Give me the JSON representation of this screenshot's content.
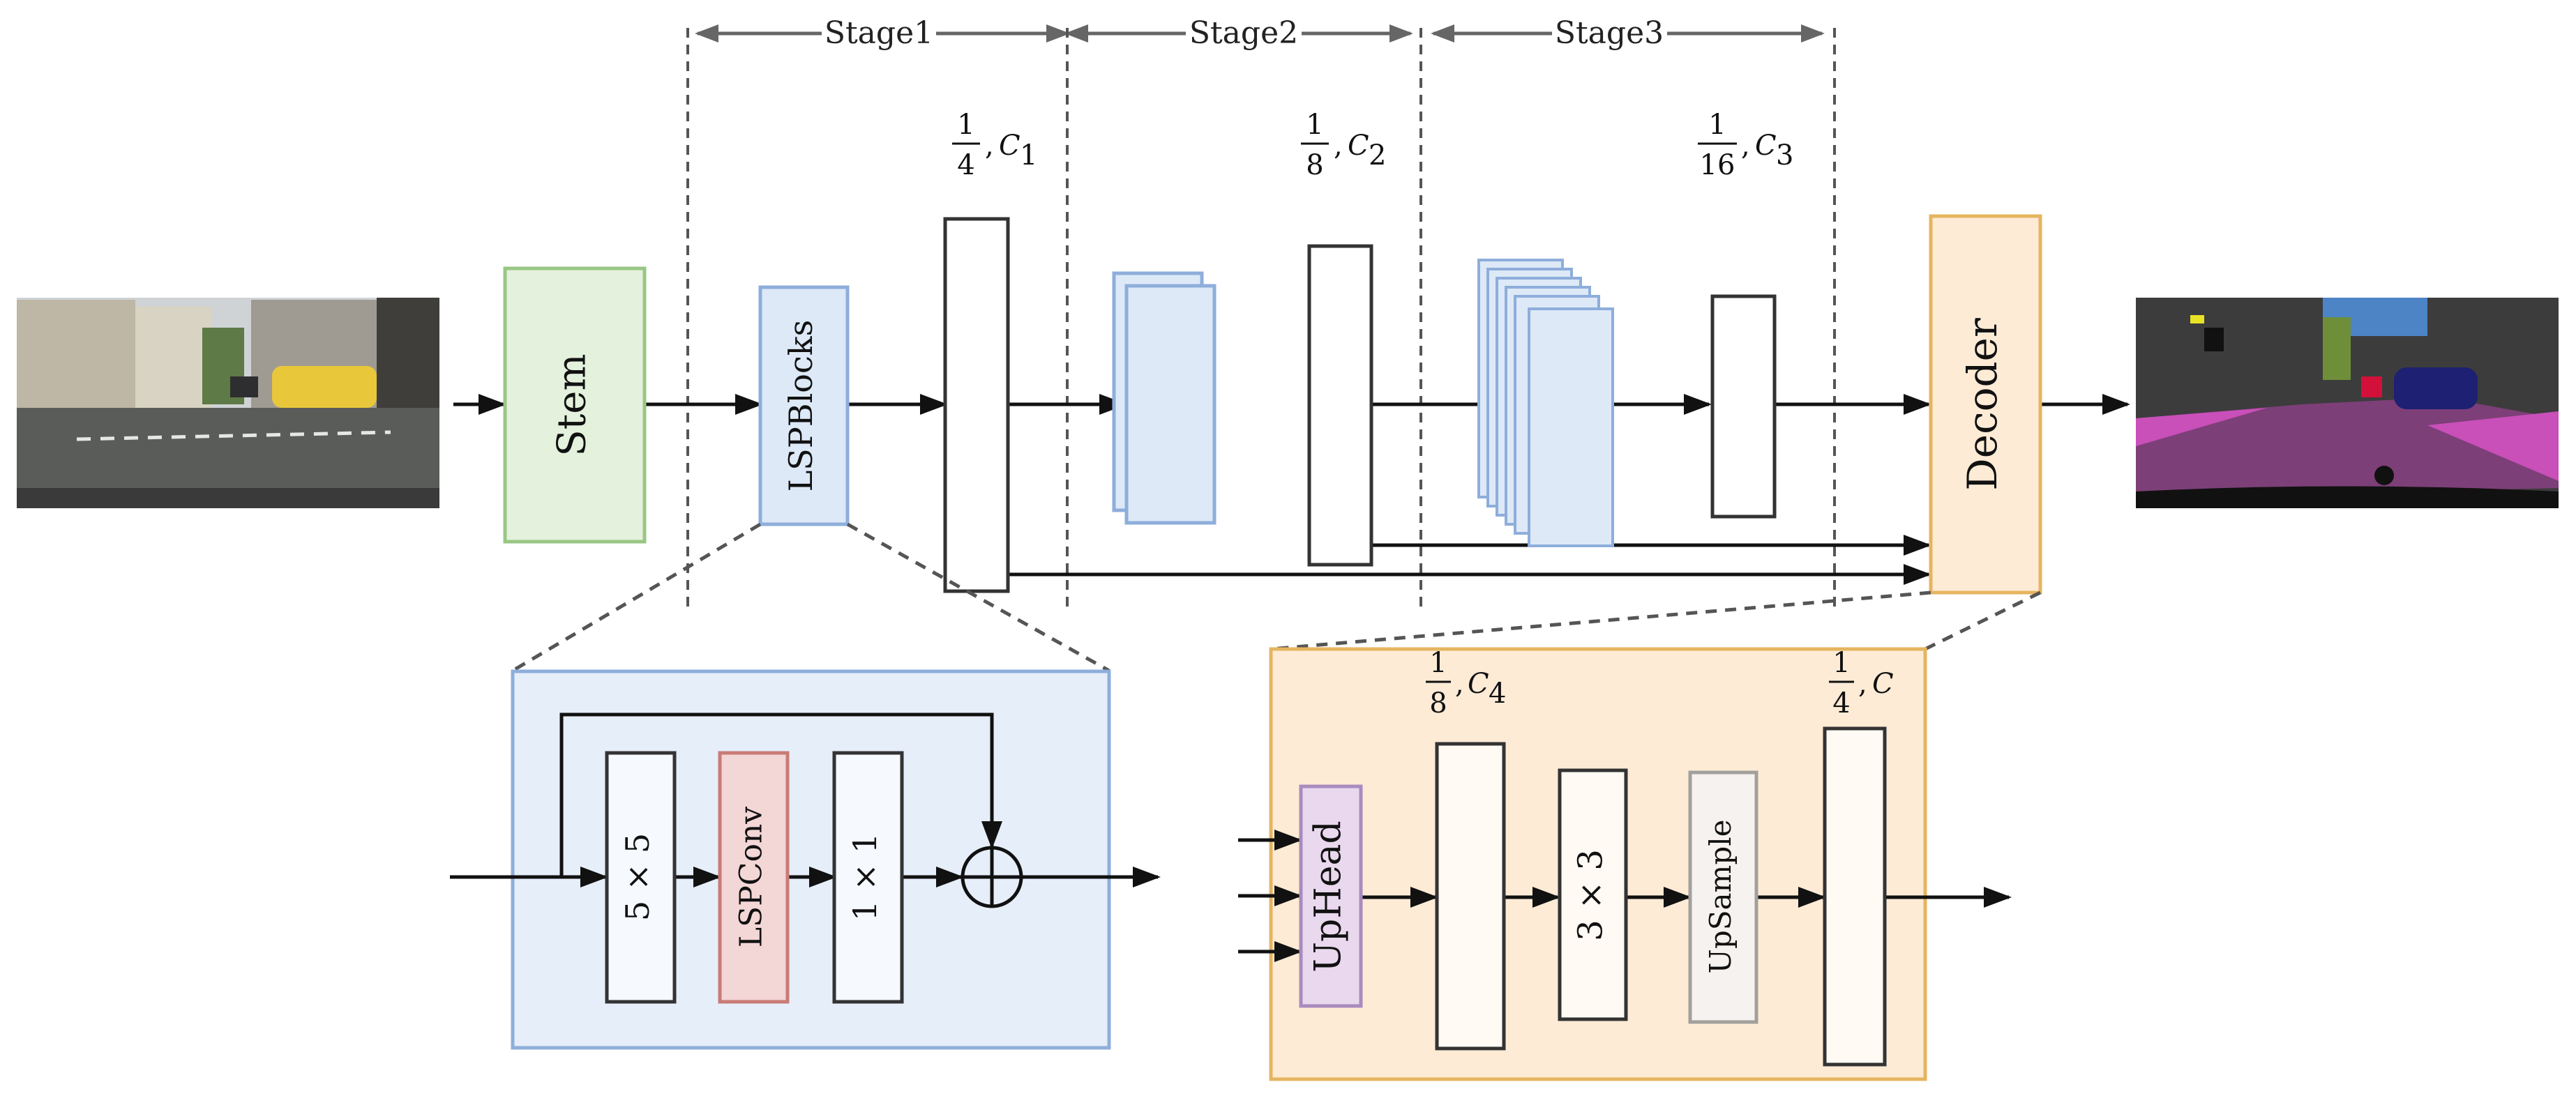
{
  "stages": {
    "stage1": "Stage1",
    "stage2": "Stage2",
    "stage3": "Stage3"
  },
  "blocks": {
    "stem": "Stem",
    "lspblocks": "LSPBlocks",
    "decoder": "Decoder"
  },
  "features": {
    "f1": {
      "num": "1",
      "den": "4",
      "channel": "C",
      "sub": "1"
    },
    "f2": {
      "num": "1",
      "den": "8",
      "channel": "C",
      "sub": "2"
    },
    "f3": {
      "num": "1",
      "den": "16",
      "channel": "C",
      "sub": "3"
    }
  },
  "lsp_detail": {
    "conv5": "5 × 5",
    "lspconv": "LSPConv",
    "conv1": "1 × 1"
  },
  "decoder_detail": {
    "uphead": "UpHead",
    "conv3": "3 × 3",
    "upsample": "UpSample",
    "f4": {
      "num": "1",
      "den": "8",
      "channel": "C",
      "sub": "4"
    },
    "fout": {
      "num": "1",
      "den": "4",
      "channel": "C",
      "sub": ""
    }
  },
  "colors": {
    "stem_fill": "#e4f1dc",
    "stem_stroke": "#98c784",
    "blue_fill": "#dde9f7",
    "blue_stroke": "#8eaedb",
    "lsp_panel_fill": "#e6eef9",
    "lspconv_fill": "#f3d6d6",
    "lspconv_stroke": "#c97b76",
    "decoder_fill": "#fdebd6",
    "decoder_stroke": "#e6b460",
    "uphead_fill": "#e9d8ee",
    "uphead_stroke": "#a98bbf",
    "upsample_fill": "#f5f2ef",
    "upsample_stroke": "#a2a09c",
    "line": "#111111",
    "dash": "#555555"
  }
}
